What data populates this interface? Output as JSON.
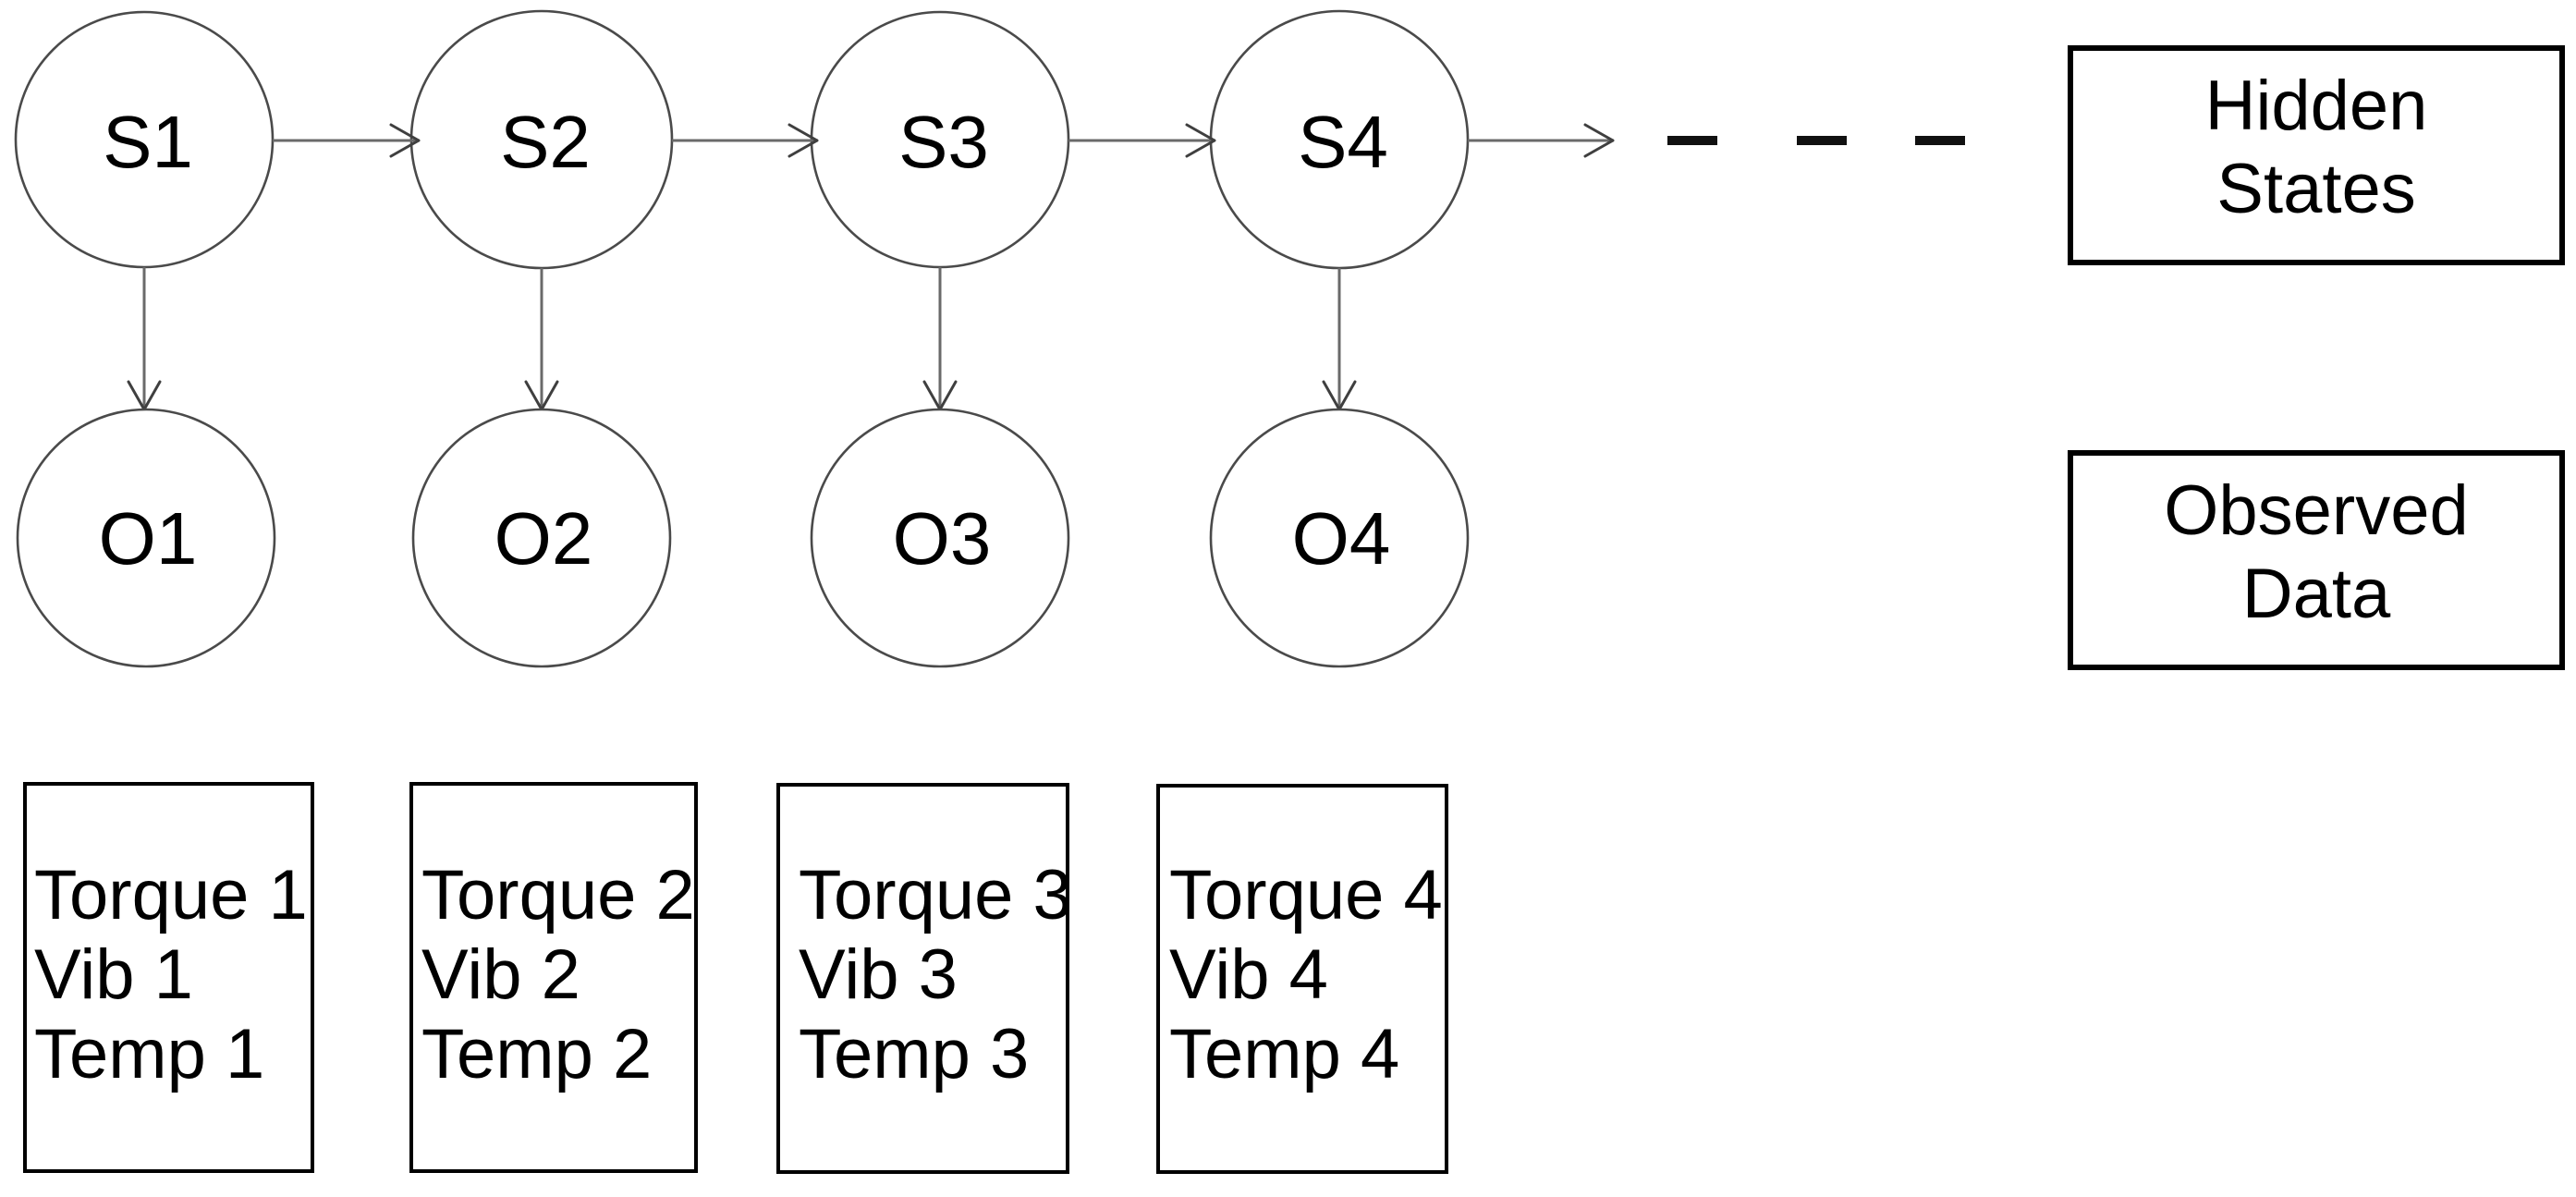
{
  "diagram": {
    "title": "Hidden Markov Model with hidden states and observed sensor data",
    "colors": {
      "background": "#ffffff",
      "ink": "#000000",
      "circle_stroke": "#4a4a4a",
      "arrow": "#6a6a6a",
      "dash": "#111111"
    },
    "nodes": {
      "hidden": [
        {
          "label": "S1"
        },
        {
          "label": "S2"
        },
        {
          "label": "S3"
        },
        {
          "label": "S4"
        }
      ],
      "observed": [
        {
          "label": "O1"
        },
        {
          "label": "O2"
        },
        {
          "label": "O3"
        },
        {
          "label": "O4"
        }
      ]
    },
    "sensor_boxes": [
      {
        "lines": [
          "Torque 1",
          "Vib 1",
          "Temp 1"
        ]
      },
      {
        "lines": [
          "Torque 2",
          "Vib 2",
          "Temp 2"
        ]
      },
      {
        "lines": [
          "Torque 3",
          "Vib 3",
          "Temp 3"
        ]
      },
      {
        "lines": [
          "Torque 4",
          "Vib 4",
          "Temp 4"
        ]
      }
    ],
    "legend": {
      "hidden": {
        "line1": "Hidden",
        "line2": "States"
      },
      "observed": {
        "line1": "Observed",
        "line2": "Data"
      }
    }
  }
}
